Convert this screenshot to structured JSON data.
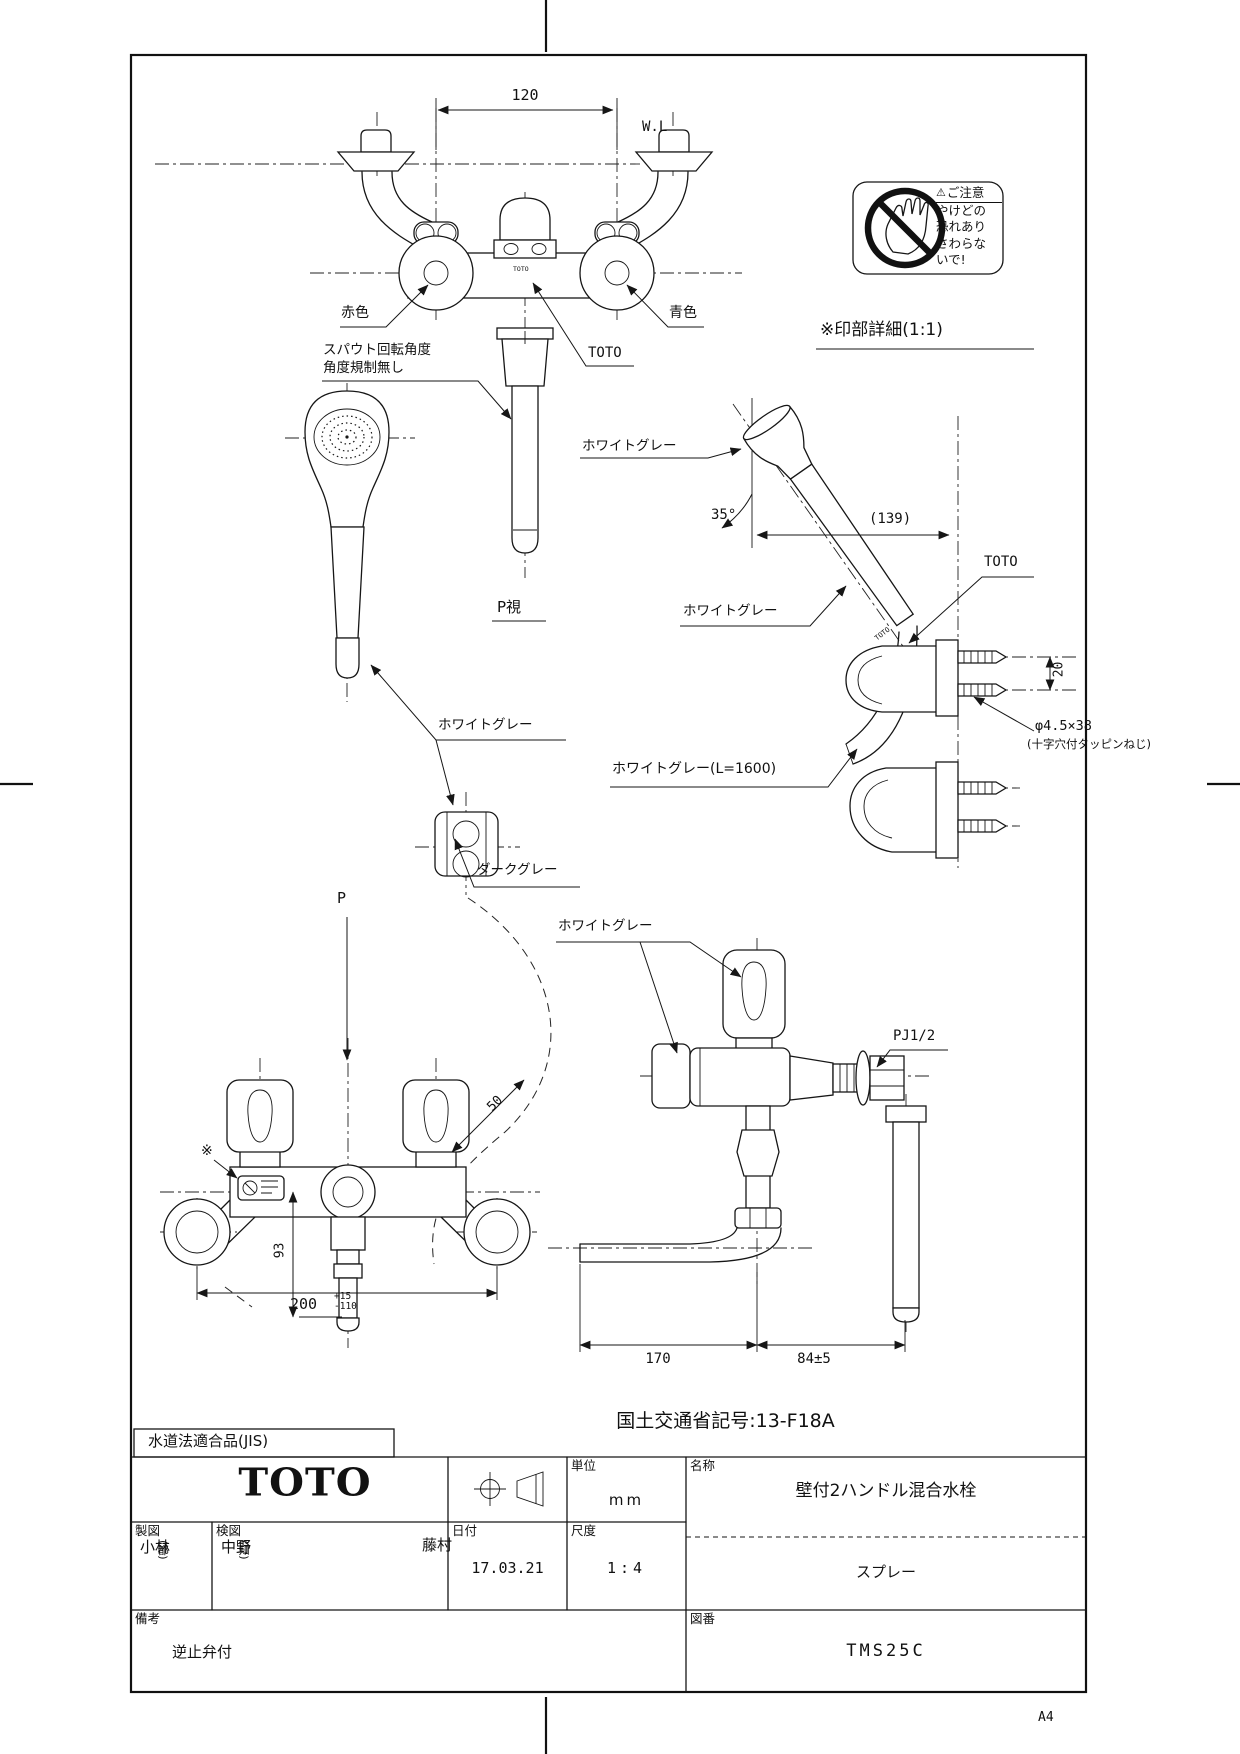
{
  "sheet": {
    "size_label": "A4"
  },
  "caution_label": {
    "warn_icon": "⚠",
    "title": "ご注意",
    "lines": [
      "やけどの",
      "恐れあり",
      "さわらな",
      "いで!"
    ]
  },
  "notes": {
    "detail": "※印部詳細(1:1)",
    "mlit": "国土交通省記号:13-F18A"
  },
  "top_view": {
    "dim_width": "120",
    "wall_line": "W.L",
    "hot": "赤色",
    "cold": "青色",
    "brand": "TOTO",
    "brand_stamp": "TOTO",
    "spout_line1": "スパウト回転角度",
    "spout_line2": "角度規制無し",
    "view": "P視",
    "view_dir": "P"
  },
  "hand_shower": {
    "head_color": "ホワイトグレー",
    "angle": "35°",
    "len": "(139)",
    "brand": "TOTO",
    "brand_stamp": "TOTO",
    "body_color": "ホワイトグレー",
    "pitch": "20",
    "screw": "φ4.5×38",
    "screw_note": "(十字穴付タッピンねじ)",
    "hose": "ホワイトグレー(L=1600)",
    "holder": "ホワイトグレー",
    "hook": "ダークグレー"
  },
  "front_view": {
    "ref": "※",
    "w50": "50",
    "h93": "93",
    "w200": "200",
    "tol_plus": "+15",
    "tol_minus": "-110"
  },
  "side_view": {
    "color": "ホワイトグレー",
    "thread": "PJ1/2",
    "reach": "170",
    "depth": "84±5"
  },
  "title_block": {
    "jis": "水道法適合品(JIS)",
    "logo": "TOTO",
    "unit_label": "単位",
    "unit": "mm",
    "name_label": "名称",
    "name": "壁付2ハンドル混合水栓",
    "drafter_label": "製図",
    "drafter": "小林",
    "drafter_sub": "(都)",
    "checker_label": "検図",
    "checker": "中野",
    "checker_sub": "(知)",
    "approver": "藤村",
    "date_label": "日付",
    "date": "17.03.21",
    "scale_label": "尺度",
    "scale": "1:4",
    "subname": "スプレー",
    "remarks_label": "備考",
    "remarks": "逆止弁付",
    "dwgno_label": "図番",
    "dwgno": "TMS25C"
  }
}
